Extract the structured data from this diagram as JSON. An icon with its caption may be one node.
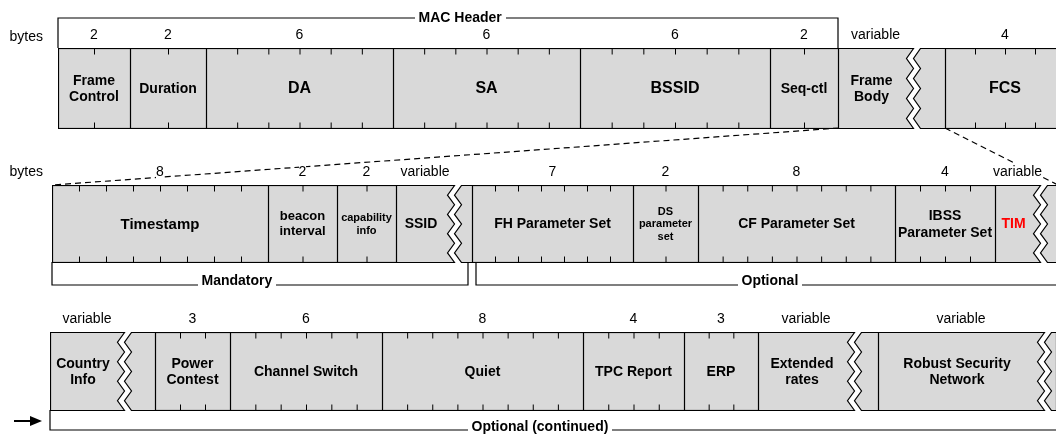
{
  "diagram": {
    "nodes": [
      {
        "text": [
          "Frame Control"
        ],
        "beside": [
          "2"
        ]
      },
      {
        "text": [
          "Duration"
        ],
        "beside": [
          "2"
        ]
      },
      {
        "text": [
          "DA"
        ],
        "beside": [
          "6"
        ]
      },
      {
        "text": [
          "SA"
        ],
        "beside": [
          "6"
        ]
      },
      {
        "text": [
          "BSSID"
        ],
        "beside": [
          "6"
        ]
      },
      {
        "text": [
          "Seq-ctl"
        ],
        "beside": [
          "2"
        ]
      },
      {
        "text": [
          "Frame Body"
        ],
        "beside": [
          "variable"
        ]
      },
      {
        "text": [
          "FCS"
        ],
        "beside": [
          "4"
        ]
      },
      {
        "text": [
          "Timestamp"
        ],
        "beside": [
          "8"
        ]
      },
      {
        "text": [
          "beacon interval"
        ],
        "beside": [
          "2"
        ]
      },
      {
        "text": [
          "capability info"
        ],
        "beside": [
          "2"
        ]
      },
      {
        "text": [
          "SSID"
        ],
        "beside": [
          "variable"
        ]
      },
      {
        "text": [
          "FH Parameter Set"
        ],
        "beside": [
          "7"
        ]
      },
      {
        "text": [
          "DS parameter set"
        ],
        "beside": [
          "2"
        ]
      },
      {
        "text": [
          "CF Parameter Set"
        ],
        "beside": [
          "8"
        ]
      },
      {
        "text": [
          "IBSS Parameter Set"
        ],
        "beside": [
          "4"
        ]
      },
      {
        "text": [
          "TIM"
        ],
        "beside": [
          "variable"
        ]
      },
      {
        "text": [
          "Country Info"
        ],
        "beside": [
          "variable"
        ]
      },
      {
        "text": [
          "Power Contest"
        ],
        "beside": [
          "3"
        ]
      },
      {
        "text": [
          "Channel Switch"
        ],
        "beside": [
          "6"
        ]
      },
      {
        "text": [
          "Quiet"
        ],
        "beside": [
          "8"
        ]
      },
      {
        "text": [
          "TPC Report"
        ],
        "beside": [
          "4"
        ]
      },
      {
        "text": [
          "ERP"
        ],
        "beside": [
          "3"
        ]
      },
      {
        "text": [
          "Extended rates"
        ],
        "beside": [
          "variable"
        ]
      },
      {
        "text": [
          "Robust Security Network"
        ],
        "beside": [
          "variable"
        ]
      }
    ],
    "edges": [
      {
        "from": 6,
        "to": 8,
        "arrow": "none",
        "style": "dashed"
      },
      {
        "from": 6,
        "to": 16,
        "arrow": "none",
        "style": "dashed"
      }
    ],
    "labels": [
      "MAC Header",
      "bytes",
      "bytes",
      "Mandatory",
      "Optional",
      "Optional (continued)"
    ]
  }
}
